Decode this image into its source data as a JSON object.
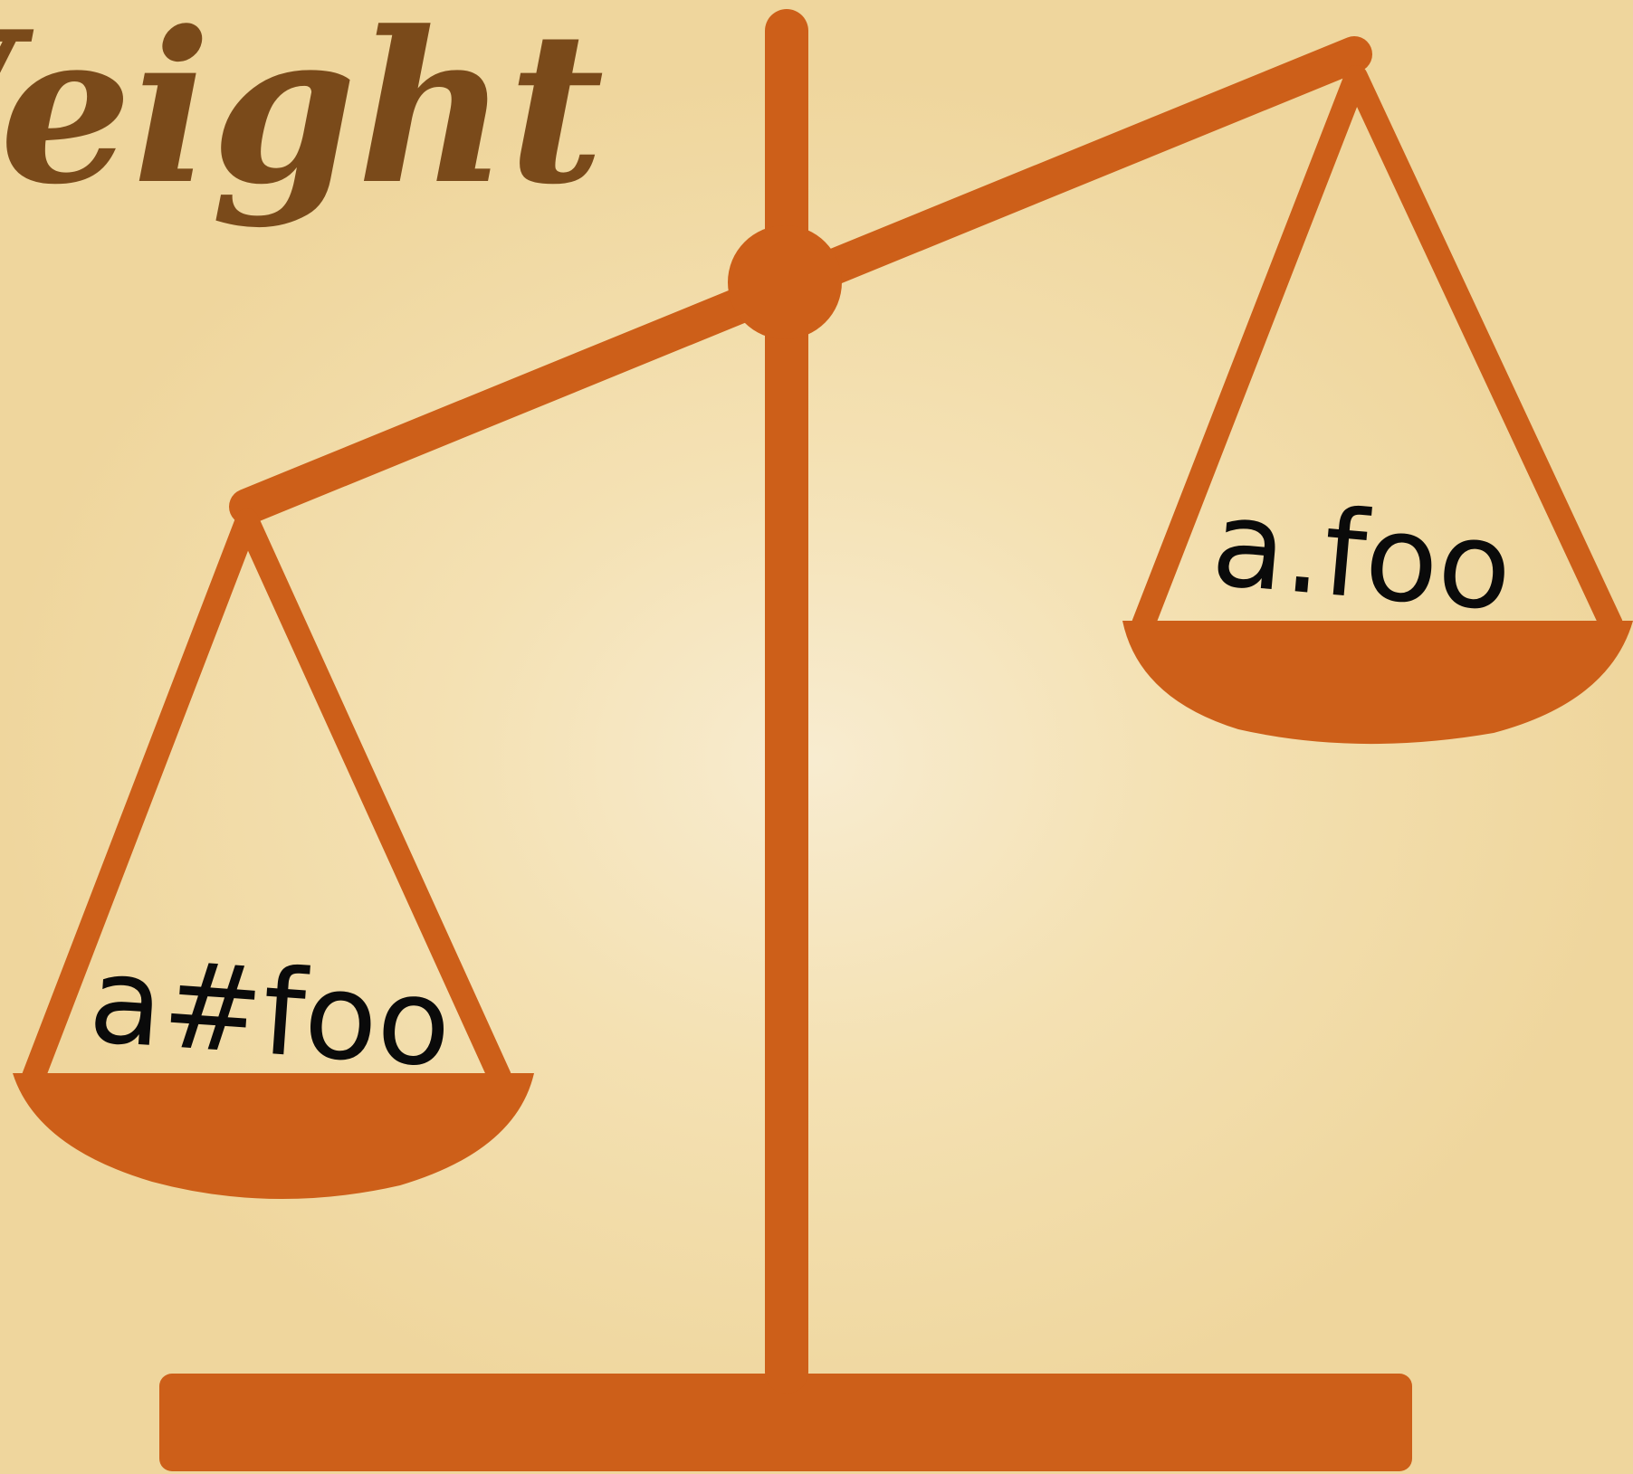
{
  "title": "Weight",
  "pans": {
    "left": {
      "label": "a#foo"
    },
    "right": {
      "label": "a.foo"
    }
  },
  "colors": {
    "background": "#f4e1b3",
    "scale": "#cd5f19",
    "title": "#7a4a1a",
    "label": "#0a0a0a"
  }
}
